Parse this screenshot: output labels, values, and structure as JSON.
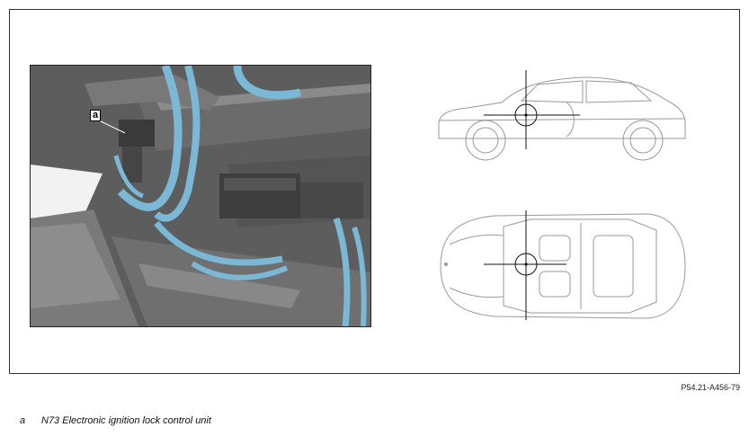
{
  "figure": {
    "callout_letter": "a",
    "reference_code": "P54.21-A456-79"
  },
  "legend": [
    {
      "letter": "a",
      "text": "N73 Electronic ignition lock control unit"
    }
  ],
  "colors": {
    "harness_blue": "#7ab8d6",
    "component_gray": "#6a6a6a",
    "line_art_gray": "#9a9a9a"
  }
}
